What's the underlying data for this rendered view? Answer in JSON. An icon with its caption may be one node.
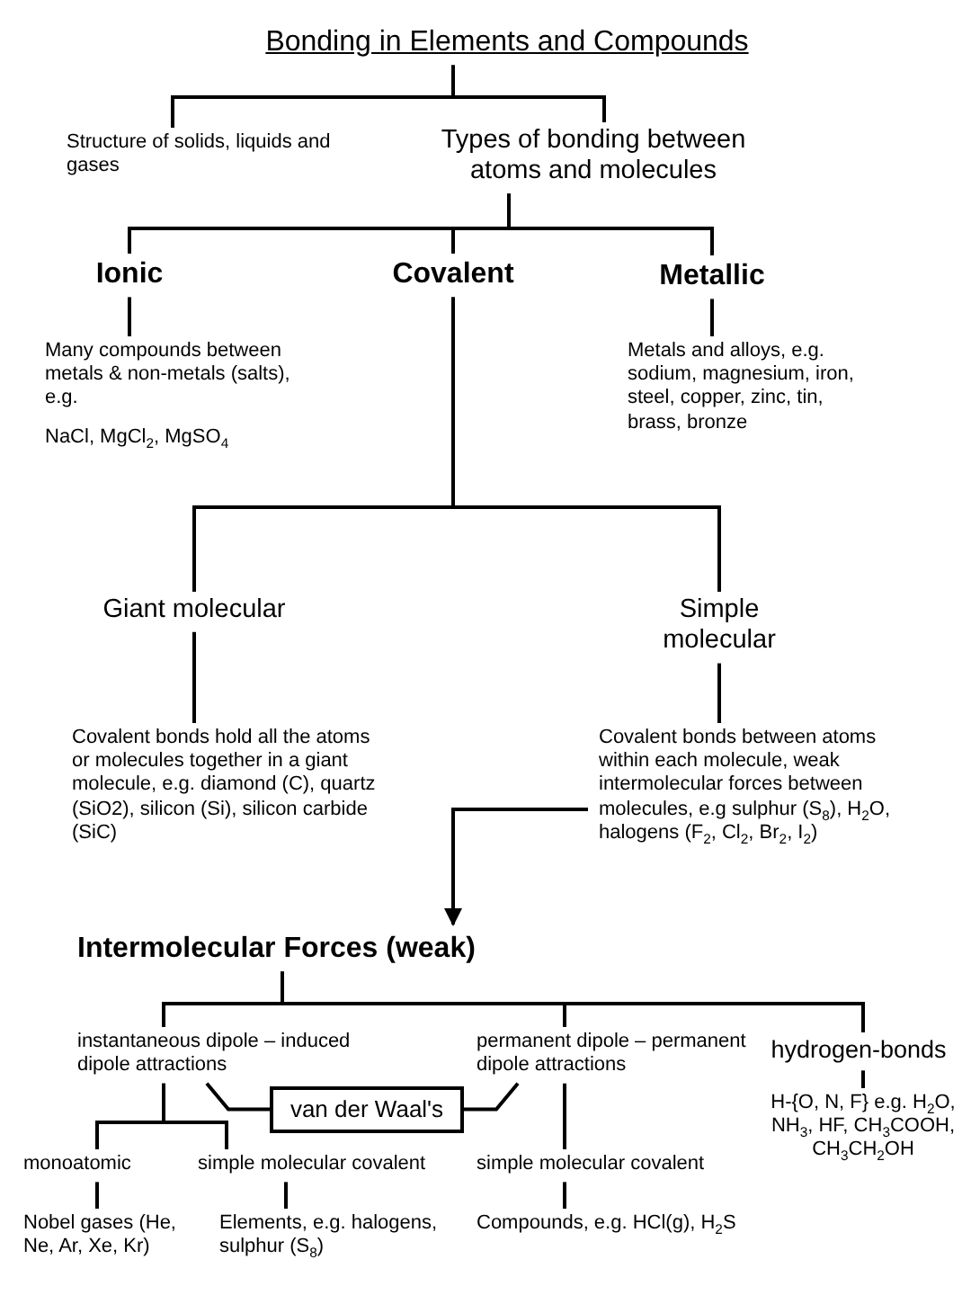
{
  "diagram": {
    "nodes": [
      {
        "text": [
          "Bonding in Elements and Compounds"
        ]
      },
      {
        "text": [
          "Structure of solids, liquids and gases"
        ]
      },
      {
        "text": [
          "Types of bonding between atoms and molecules"
        ]
      },
      {
        "text": [
          "Ionic"
        ]
      },
      {
        "text": [
          "Covalent"
        ]
      },
      {
        "text": [
          "Metallic"
        ]
      },
      {
        "text": [
          "Many compounds between metals & non-metals (salts), e.g.",
          "NaCl, MgCl$_{2}$, MgSO$_{4}$"
        ]
      },
      {
        "text": [
          "Metals and alloys, e.g. sodium, magnesium, iron, steel, copper, zinc, tin, brass, bronze"
        ]
      },
      {
        "text": [
          "Giant molecular"
        ]
      },
      {
        "text": [
          "Simple molecular"
        ]
      },
      {
        "text": [
          "Covalent bonds hold all the atoms or molecules together in a giant molecule, e.g. diamond (C), quartz (SiO2), silicon (Si), silicon carbide (SiC)"
        ]
      },
      {
        "text": [
          "Covalent bonds between atoms within each molecule, weak intermolecular forces between molecules, e.g sulphur (S$_{8}$), H$_{2}$O, halogens (F$_{2}$, Cl$_{2}$, Br$_{2}$, I$_{2}$)"
        ]
      },
      {
        "text": [
          "Intermolecular Forces (weak)"
        ]
      },
      {
        "text": [
          "instantaneous dipole – induced dipole attractions"
        ]
      },
      {
        "text": [
          "permanent dipole – permanent dipole attractions"
        ]
      },
      {
        "text": [
          "hydrogen-bonds"
        ]
      },
      {
        "text": [
          "van der Waal's"
        ]
      },
      {
        "text": [
          "monoatomic"
        ]
      },
      {
        "text": [
          "simple molecular covalent"
        ]
      },
      {
        "text": [
          "simple molecular covalent"
        ]
      },
      {
        "text": [
          "H-{O, N, F} e.g. H$_{2}$O, NH$_{3}$, HF, CH$_{3}$COOH, CH$_{3}$CH$_{2}$OH"
        ]
      },
      {
        "text": [
          "Nobel gases (He, Ne, Ar, Xe, Kr)"
        ]
      },
      {
        "text": [
          "Elements, e.g. halogens, sulphur (S$_{8}$)"
        ]
      },
      {
        "text": [
          "Compounds, e.g. HCl(g), H$_{2}$S"
        ]
      }
    ],
    "edges": [
      {
        "from": 0,
        "to": 1,
        "arrow": "none"
      },
      {
        "from": 0,
        "to": 2,
        "arrow": "none"
      },
      {
        "from": 2,
        "to": 3,
        "arrow": "none"
      },
      {
        "from": 2,
        "to": 4,
        "arrow": "none"
      },
      {
        "from": 2,
        "to": 5,
        "arrow": "none"
      },
      {
        "from": 3,
        "to": 6,
        "arrow": "none"
      },
      {
        "from": 5,
        "to": 7,
        "arrow": "none"
      },
      {
        "from": 4,
        "to": 8,
        "arrow": "none"
      },
      {
        "from": 4,
        "to": 9,
        "arrow": "none"
      },
      {
        "from": 8,
        "to": 10,
        "arrow": "none"
      },
      {
        "from": 9,
        "to": 11,
        "arrow": "none"
      },
      {
        "from": 11,
        "to": 12,
        "arrow": "to"
      },
      {
        "from": 12,
        "to": 13,
        "arrow": "none"
      },
      {
        "from": 12,
        "to": 14,
        "arrow": "none"
      },
      {
        "from": 12,
        "to": 15,
        "arrow": "none"
      },
      {
        "from": 16,
        "to": 13,
        "arrow": "none"
      },
      {
        "from": 16,
        "to": 14,
        "arrow": "none"
      },
      {
        "from": 13,
        "to": 17,
        "arrow": "none"
      },
      {
        "from": 13,
        "to": 18,
        "arrow": "none"
      },
      {
        "from": 14,
        "to": 19,
        "arrow": "none"
      },
      {
        "from": 15,
        "to": 20,
        "arrow": "none"
      },
      {
        "from": 17,
        "to": 21,
        "arrow": "none"
      },
      {
        "from": 18,
        "to": 22,
        "arrow": "none"
      },
      {
        "from": 19,
        "to": 23,
        "arrow": "none"
      }
    ]
  }
}
